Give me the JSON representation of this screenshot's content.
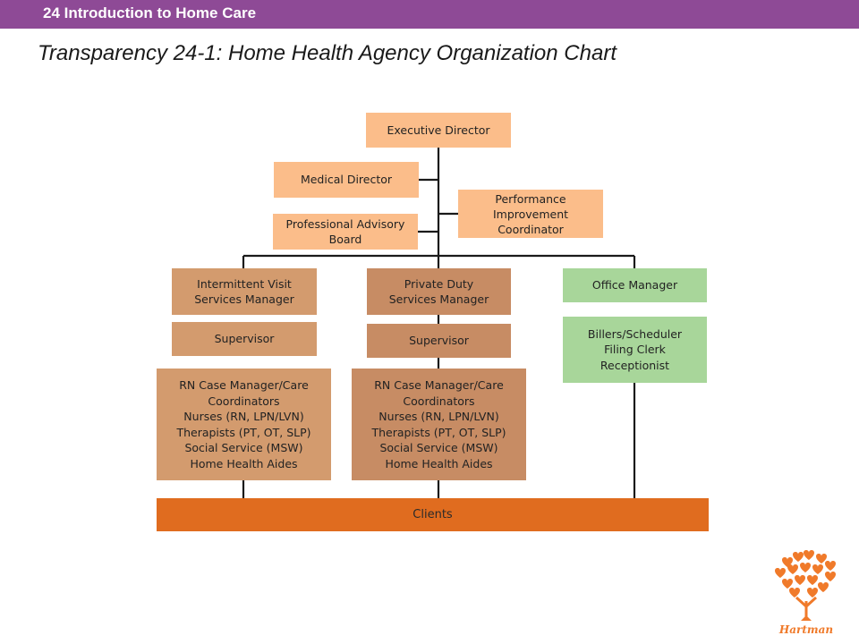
{
  "header": {
    "section_title": "24 Introduction to Home Care"
  },
  "slide": {
    "title": "Transparency 24-1: Home Health Agency Organization Chart"
  },
  "org_chart": {
    "executive_director": "Executive Director",
    "medical_director": "Medical Director",
    "professional_advisory_board": [
      "Professional Advisory",
      "Board"
    ],
    "performance_improvement": [
      "Performance",
      "Improvement",
      "Coordinator"
    ],
    "intermittent_manager": [
      "Intermittent Visit",
      "Services Manager"
    ],
    "private_duty_manager": [
      "Private Duty",
      "Services Manager"
    ],
    "office_manager": "Office Manager",
    "supervisor_left": "Supervisor",
    "supervisor_center": "Supervisor",
    "office_staff": [
      "Billers/Scheduler",
      "Filing Clerk",
      "Receptionist"
    ],
    "staff_left": [
      "RN Case Manager/Care",
      "Coordinators",
      "Nurses (RN, LPN/LVN)",
      "Therapists (PT, OT, SLP)",
      "Social Service (MSW)",
      "Home Health Aides"
    ],
    "staff_center": [
      "RN Case Manager/Care",
      "Coordinators",
      "Nurses (RN, LPN/LVN)",
      "Therapists (PT, OT, SLP)",
      "Social Service (MSW)",
      "Home Health Aides"
    ],
    "clients": "Clients"
  },
  "colors": {
    "header_bar": "#8e4a96",
    "peach": "#fbbd8a",
    "tan": "#d39b6e",
    "green": "#a8d69a",
    "clients_bar": "#e06c1f",
    "logo": "#f07a2a"
  },
  "logo": {
    "text": "Hartman"
  }
}
